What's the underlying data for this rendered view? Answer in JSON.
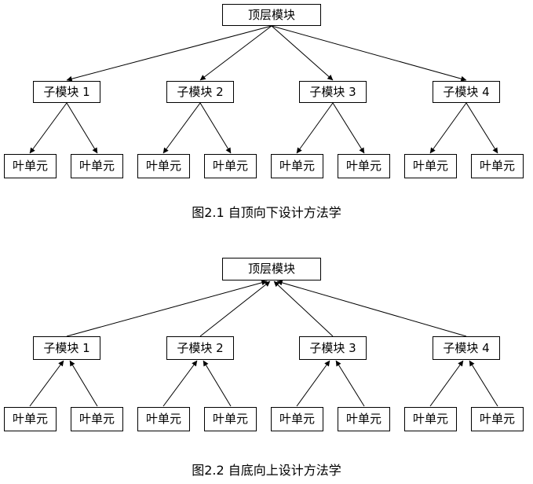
{
  "page": {
    "background": "#ffffff",
    "line_color": "#000000",
    "box_border_color": "#000000",
    "text_color": "#000000"
  },
  "diagrams": [
    {
      "name": "top-down-design",
      "arrow_direction": "down",
      "caption": "图2.1  自顶向下设计方法学",
      "top": {
        "label": "顶层模块"
      },
      "subs": [
        {
          "label": "子模块 1"
        },
        {
          "label": "子模块 2"
        },
        {
          "label": "子模块 3"
        },
        {
          "label": "子模块 4"
        }
      ],
      "leaves": [
        "叶单元",
        "叶单元",
        "叶单元",
        "叶单元",
        "叶单元",
        "叶单元",
        "叶单元",
        "叶单元"
      ]
    },
    {
      "name": "bottom-up-design",
      "arrow_direction": "up",
      "caption": "图2.2  自底向上设计方法学",
      "top": {
        "label": "顶层模块"
      },
      "subs": [
        {
          "label": "子模块 1"
        },
        {
          "label": "子模块 2"
        },
        {
          "label": "子模块 3"
        },
        {
          "label": "子模块 4"
        }
      ],
      "leaves": [
        "叶单元",
        "叶单元",
        "叶单元",
        "叶单元",
        "叶单元",
        "叶单元",
        "叶单元",
        "叶单元"
      ]
    }
  ]
}
